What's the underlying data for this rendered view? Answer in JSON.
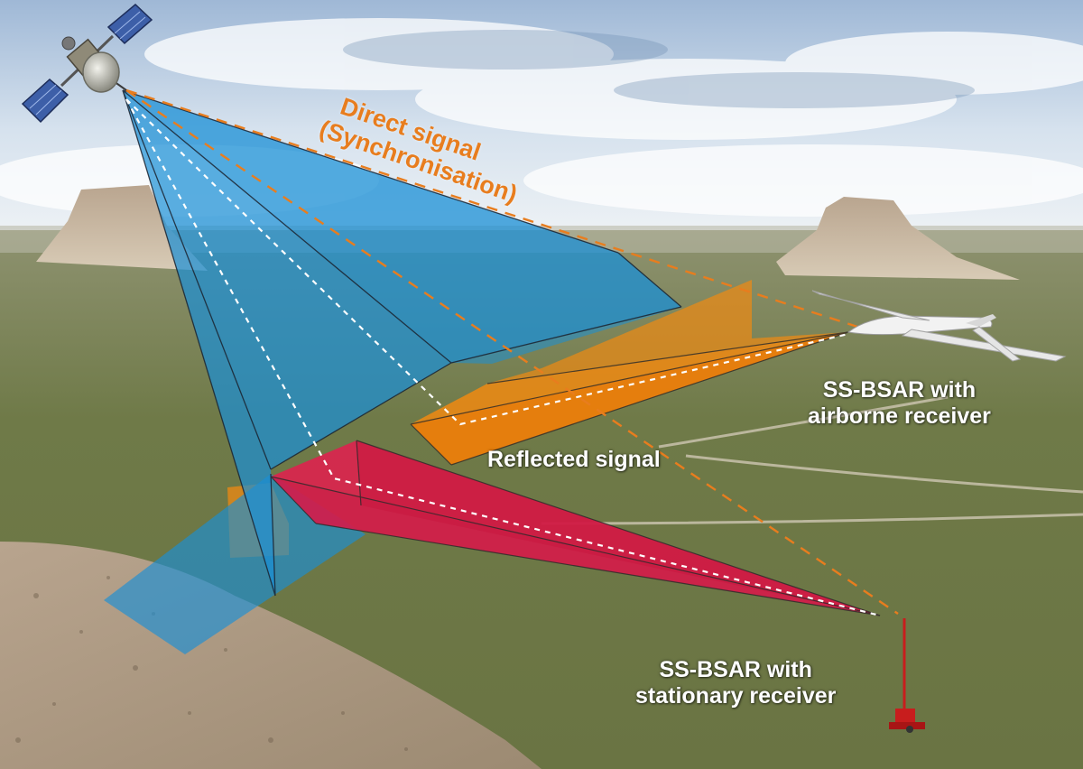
{
  "labels": {
    "direct_signal_line1": "Direct signal",
    "direct_signal_line2": "(Synchronisation)",
    "airborne_line1": "SS-BSAR with",
    "airborne_line2": "airborne receiver",
    "reflected": "Reflected signal",
    "stationary_line1": "SS-BSAR with",
    "stationary_line2": "stationary receiver"
  },
  "colors": {
    "transmit_beam": "#1a8fd6",
    "reflected_airborne": "#f08a12",
    "reflected_stationary": "#e0204f",
    "direct_signal": "#e87d1e",
    "sky": "#b9cfe6",
    "grassland": "#7b8554"
  },
  "icons": {
    "satellite": "satellite-icon",
    "aircraft": "uav-aircraft-icon",
    "receiver": "stationary-receiver-mast-icon"
  }
}
